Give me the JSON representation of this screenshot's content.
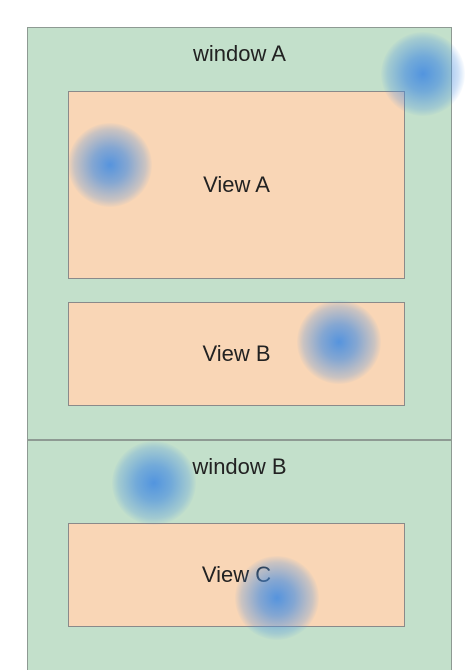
{
  "colors": {
    "window_fill": "#c3e0cb",
    "view_fill": "#f9d6b6",
    "touch_center": "#4a8fe0"
  },
  "window_a": {
    "title": "window A",
    "views": [
      {
        "label": "View A"
      },
      {
        "label": "View B"
      }
    ]
  },
  "window_b": {
    "title": "window B",
    "views": [
      {
        "label": "View C"
      }
    ]
  },
  "touch_points": [
    {
      "name": "touch-point-icon"
    },
    {
      "name": "touch-point-icon"
    },
    {
      "name": "touch-point-icon"
    },
    {
      "name": "touch-point-icon"
    },
    {
      "name": "touch-point-icon"
    }
  ]
}
